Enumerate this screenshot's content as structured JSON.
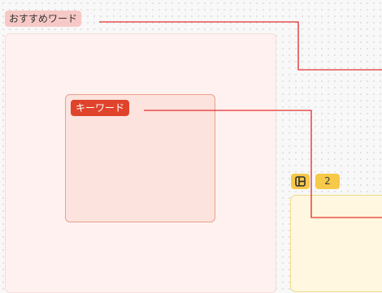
{
  "recommend_group": {
    "label": "おすすめワード"
  },
  "keyword_group": {
    "label": "キーワード"
  },
  "node": {
    "icon": "layout-panel-icon",
    "count": "2"
  },
  "colors": {
    "connector": "#e00000",
    "keyword_accent": "#e0432b",
    "recommend_tag_bg": "#f7c9c6",
    "node_badge_bg": "#f7c948"
  }
}
